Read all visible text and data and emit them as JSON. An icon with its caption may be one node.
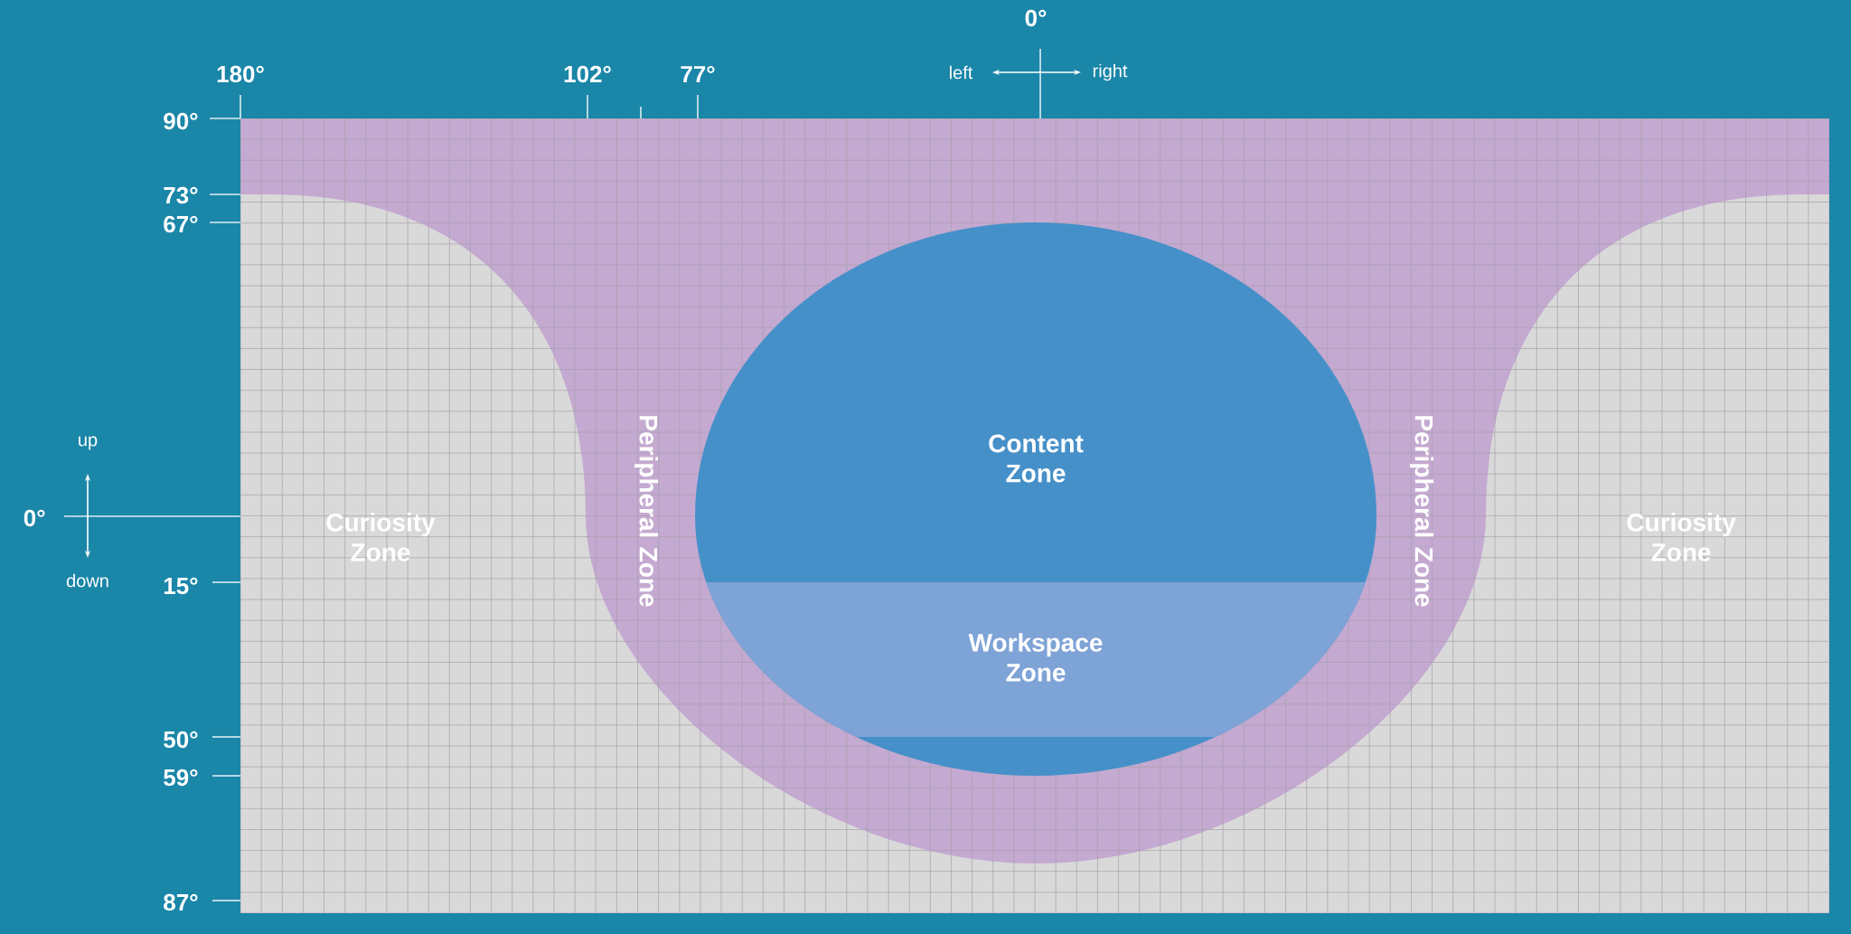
{
  "diagram": {
    "nodes": [
      {
        "text": [
          "Curiosity Zone",
          "Curiosity Zone"
        ]
      },
      {
        "text": [
          "Peripheral Zone",
          "Peripheral Zone"
        ],
        "in": 0
      },
      {
        "text": [
          "Content Zone"
        ],
        "in": 1
      },
      {
        "text": [
          "Workspace Zone"
        ],
        "in": 2
      }
    ],
    "labels": [
      "0°",
      "180°",
      "102°",
      "77°",
      "left",
      "right",
      "90°",
      "73°",
      "67°",
      "up",
      "0°",
      "down",
      "15°",
      "50°",
      "59°",
      "87°"
    ]
  }
}
